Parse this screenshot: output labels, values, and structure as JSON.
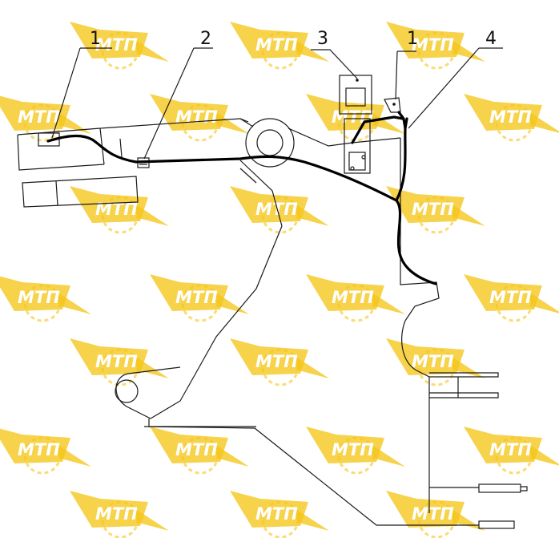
{
  "watermark": {
    "text": "МТП",
    "color": "#f5c518"
  },
  "callouts": [
    {
      "id": "1",
      "label": "1"
    },
    {
      "id": "2",
      "label": "2"
    },
    {
      "id": "3",
      "label": "3"
    },
    {
      "id": "1b",
      "label": "1"
    },
    {
      "id": "4",
      "label": "4"
    }
  ]
}
